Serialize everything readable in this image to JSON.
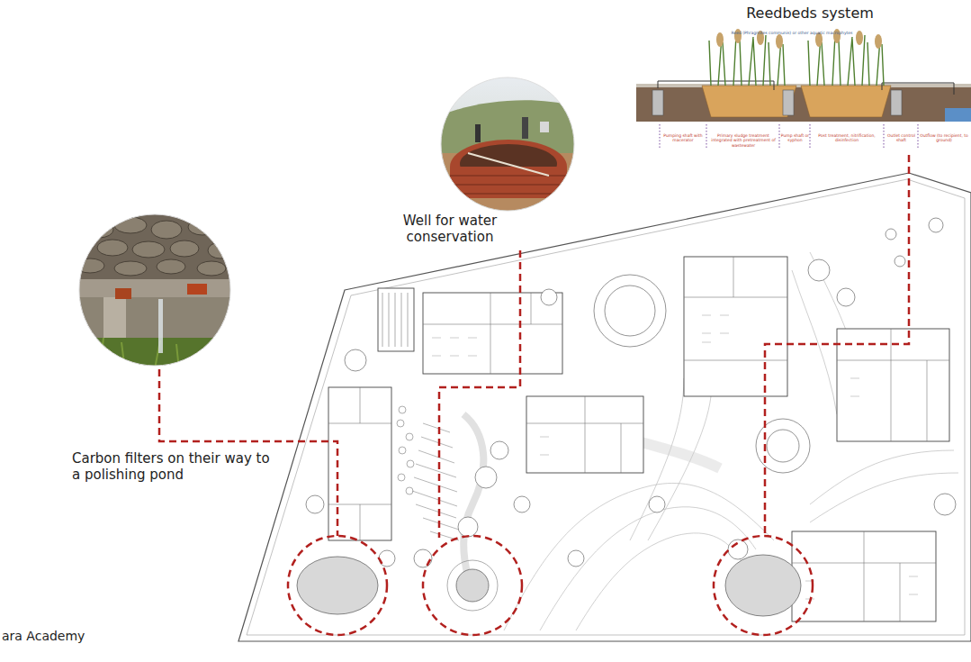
{
  "diagram": {
    "labels": [
      "Reedbeds system",
      "Reed (Phragmites communis) or other aquatic macrophytes",
      "Pumping shaft with macerator",
      "Primary sludge treatment integrated with pretreatment of wastewater",
      "Pump shaft or syphon",
      "Post treatment, nitrification, disinfection",
      "Outlet control shaft",
      "Outflow (to recipient, to ground)",
      "Well for water conservation",
      "Carbon filters on their way to a polishing pond",
      "ara Academy"
    ]
  }
}
